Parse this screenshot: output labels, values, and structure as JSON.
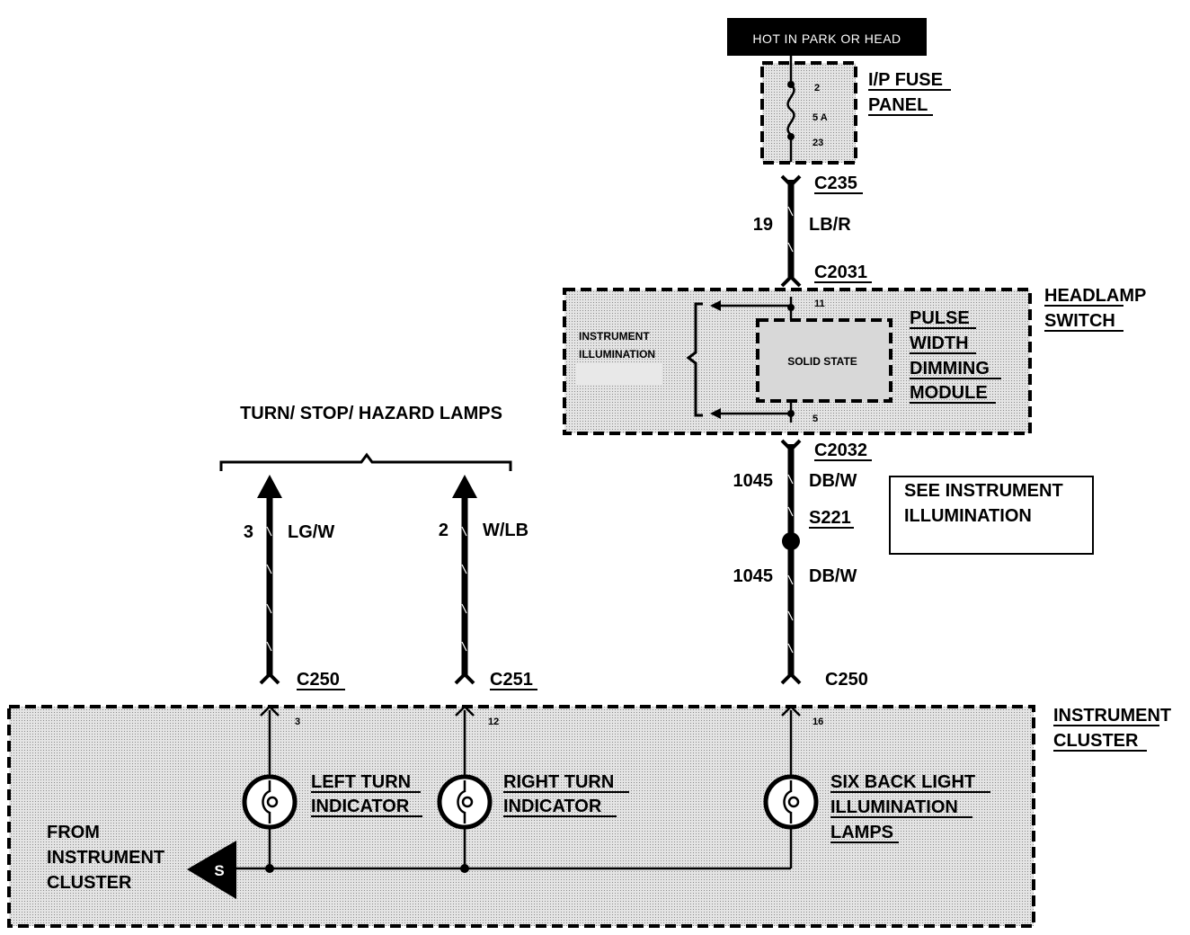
{
  "header": {
    "power_label": "HOT IN PARK OR HEAD"
  },
  "fuse_panel": {
    "name_line1": "I/P FUSE",
    "name_line2": "PANEL",
    "fuse_top_pin": "2",
    "fuse_rating": "5 A",
    "fuse_bottom_pin": "23"
  },
  "connectors": {
    "c235": "C235",
    "c2031": "C2031",
    "c2032": "C2032",
    "c250_left": "C250",
    "c251": "C251",
    "c250_right": "C250",
    "s221": "S221"
  },
  "wires": {
    "fuse_circuit": "19",
    "fuse_color": "LB/R",
    "dimmer_circuit_upper": "1045",
    "dimmer_color_upper": "DB/W",
    "dimmer_circuit_lower": "1045",
    "dimmer_color_lower": "DB/W",
    "left_circuit": "3",
    "left_color": "LG/W",
    "right_circuit": "2",
    "right_color": "W/LB"
  },
  "headlamp_switch": {
    "name_line1": "HEADLAMP",
    "name_line2": "SWITCH",
    "illum_line1": "INSTRUMENT",
    "illum_line2": "ILLUMINATION",
    "solid_state": "SOLID STATE",
    "module_line1": "PULSE",
    "module_line2": "WIDTH",
    "module_line3": "DIMMING",
    "module_line4": "MODULE",
    "pin_top": "11",
    "pin_bottom": "5"
  },
  "turn_lamps": {
    "label": "TURN/ STOP/ HAZARD LAMPS"
  },
  "see_box": {
    "line1": "SEE INSTRUMENT",
    "line2": "ILLUMINATION"
  },
  "instrument_cluster": {
    "name_line1": "INSTRUMENT",
    "name_line2": "CLUSTER",
    "pin_left": "3",
    "pin_mid": "12",
    "pin_right": "16",
    "left_lamp_line1": "LEFT TURN",
    "left_lamp_line2": "INDICATOR",
    "right_lamp_line1": "RIGHT TURN",
    "right_lamp_line2": "INDICATOR",
    "back_line1": "SIX BACK LIGHT",
    "back_line2": "ILLUMINATION",
    "back_line3": "LAMPS",
    "from_line1": "FROM",
    "from_line2": "INSTRUMENT",
    "from_line3": "CLUSTER",
    "ground_symbol": "S"
  }
}
